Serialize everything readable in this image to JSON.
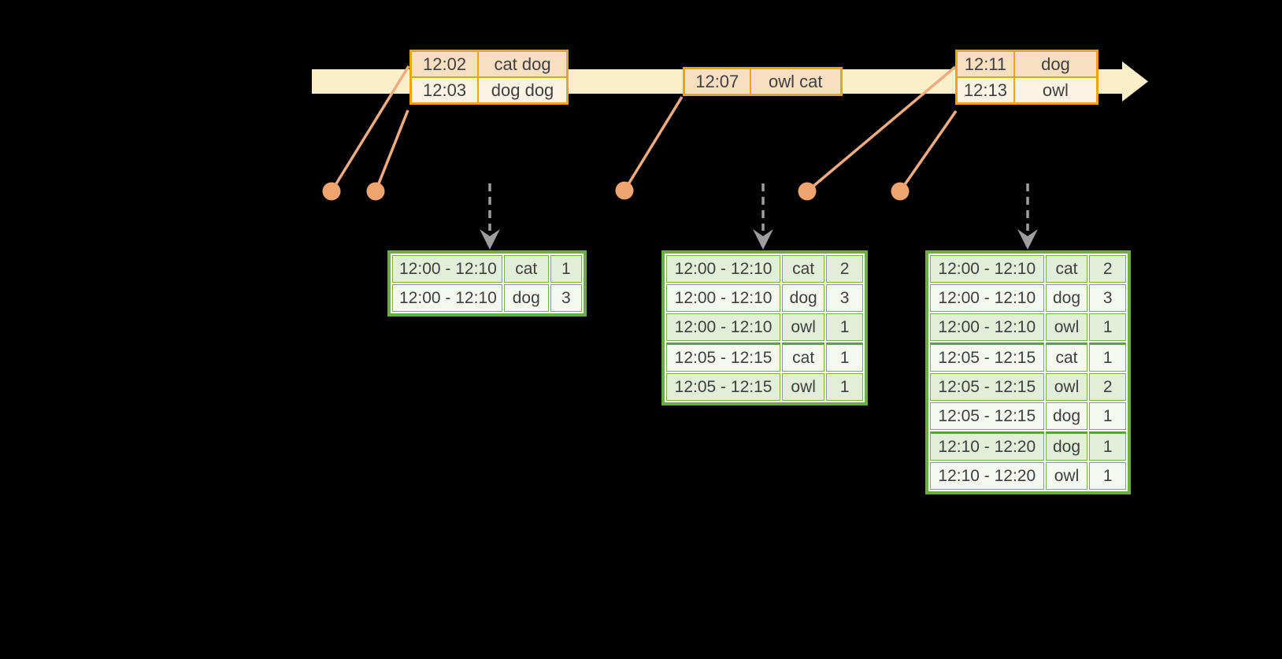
{
  "timeline": {
    "event_tables": [
      {
        "rows": [
          [
            "12:02",
            "cat dog"
          ],
          [
            "12:03",
            "dog dog"
          ]
        ]
      },
      {
        "rows": [
          [
            "12:07",
            "owl cat"
          ]
        ]
      },
      {
        "rows": [
          [
            "12:11",
            "dog"
          ],
          [
            "12:13",
            "owl"
          ]
        ]
      }
    ]
  },
  "result_tables": [
    {
      "rows": [
        [
          "12:00 - 12:10",
          "cat",
          "1"
        ],
        [
          "12:00 - 12:10",
          "dog",
          "3"
        ]
      ]
    },
    {
      "rows": [
        [
          "12:00 - 12:10",
          "cat",
          "2"
        ],
        [
          "12:00 - 12:10",
          "dog",
          "3"
        ],
        [
          "12:00 - 12:10",
          "owl",
          "1"
        ],
        [
          "12:05 - 12:15",
          "cat",
          "1"
        ],
        [
          "12:05 - 12:15",
          "owl",
          "1"
        ]
      ]
    },
    {
      "rows": [
        [
          "12:00 - 12:10",
          "cat",
          "2"
        ],
        [
          "12:00 - 12:10",
          "dog",
          "3"
        ],
        [
          "12:00 - 12:10",
          "owl",
          "1"
        ],
        [
          "12:05 - 12:15",
          "cat",
          "1"
        ],
        [
          "12:05 - 12:15",
          "owl",
          "2"
        ],
        [
          "12:05 - 12:15",
          "dog",
          "1"
        ],
        [
          "12:10 - 12:20",
          "dog",
          "1"
        ],
        [
          "12:10 - 12:20",
          "owl",
          "1"
        ]
      ]
    }
  ],
  "colors": {
    "background": "#000000",
    "timeline_fill": "#FBEFC9",
    "event_border": "#F0A30A",
    "event_row_a": "#F8DFC2",
    "event_row_b": "#FDF3E4",
    "connector": "#F0AC80",
    "dot": "#F0A470",
    "result_border": "#6CAC44",
    "result_row_a": "#E3EED9",
    "result_row_b": "#F4F8F0",
    "trigger_arrow": "#9E9E9E",
    "text": "#3F3F3F"
  }
}
